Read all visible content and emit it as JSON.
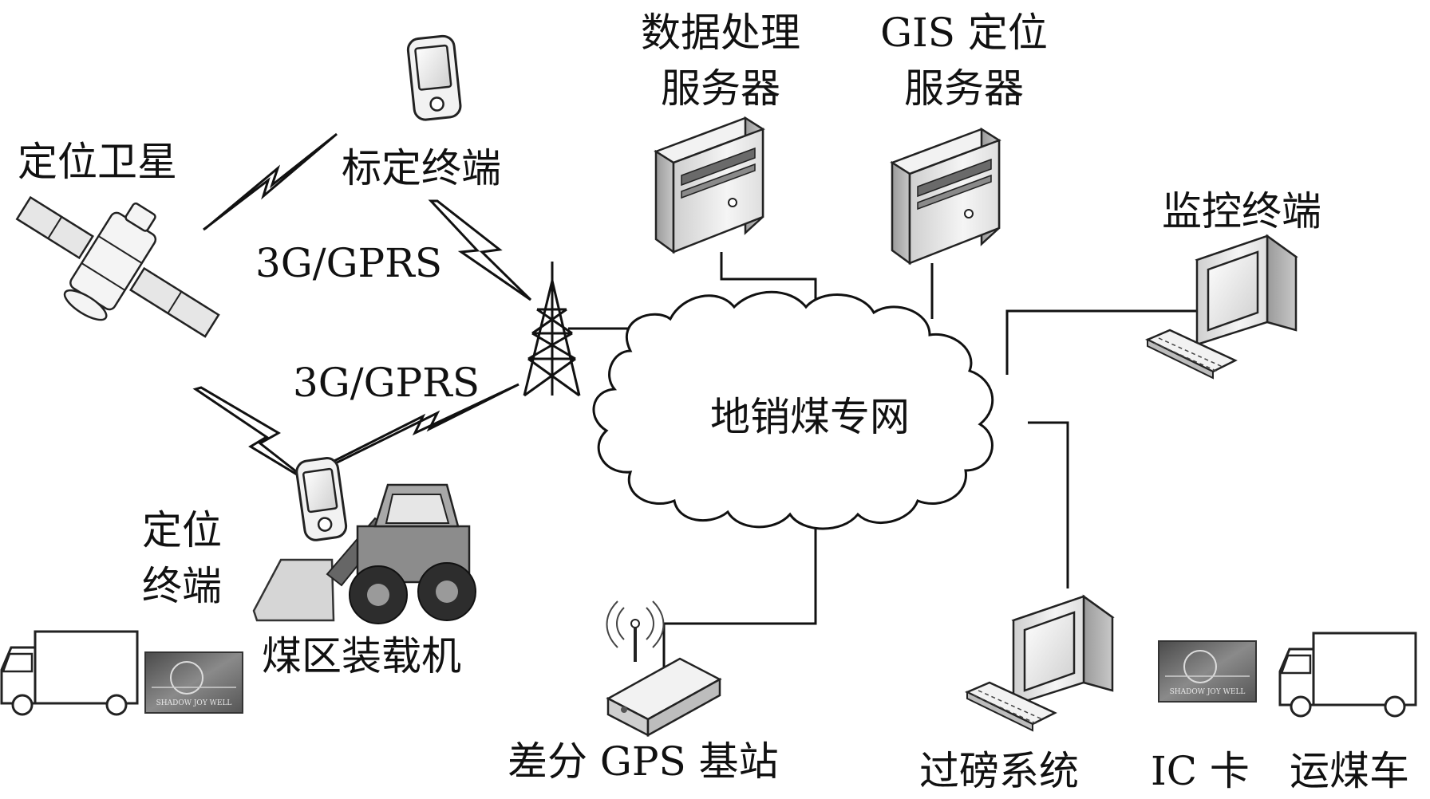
{
  "labels": {
    "positioning_satellite": "定位卫星",
    "calibration_terminal": "标定终端",
    "link_upper": "3G/GPRS",
    "link_lower": "3G/GPRS",
    "positioning_terminal_line1": "定位",
    "positioning_terminal_line2": "终端",
    "coal_loader": "煤区装载机",
    "data_server_line1": "数据处理",
    "data_server_line2": "服务器",
    "gis_server_line1": "GIS 定位",
    "gis_server_line2": "服务器",
    "monitor_terminal": "监控终端",
    "network_cloud": "地销煤专网",
    "dgps_station": "差分 GPS 基站",
    "weighing_system": "过磅系统",
    "ic_card": "IC 卡",
    "coal_truck": "运煤车",
    "card_text": "SHADOW JOY WELL"
  },
  "colors": {
    "line": "#111111",
    "device_light": "#f2f2f2",
    "device_dark": "#5a5a5a",
    "card_bg": "#6e6e6e"
  },
  "icons": [
    "satellite-icon",
    "pda-icon",
    "cell-tower-icon",
    "server-icon",
    "computer-monitor-icon",
    "keyboard-icon",
    "cloud-icon",
    "router-icon",
    "loader-icon",
    "truck-icon",
    "ic-card-icon",
    "lightning-link-icon"
  ]
}
